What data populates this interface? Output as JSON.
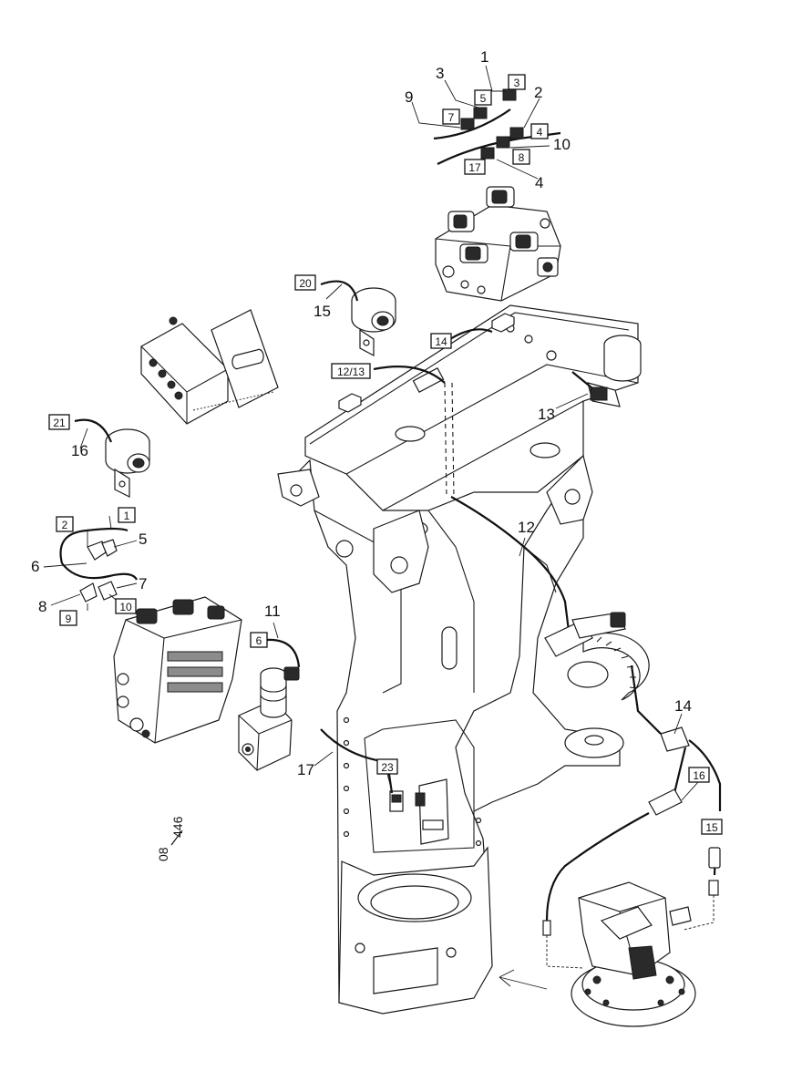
{
  "drawing_ref": {
    "top": "08",
    "bottom": "446"
  },
  "callouts": [
    {
      "id": "c1",
      "text": "1"
    },
    {
      "id": "c3",
      "text": "3"
    },
    {
      "id": "c2",
      "text": "2"
    },
    {
      "id": "c9",
      "text": "9"
    },
    {
      "id": "c10",
      "text": "10"
    },
    {
      "id": "c4",
      "text": "4"
    },
    {
      "id": "c15",
      "text": "15"
    },
    {
      "id": "c13",
      "text": "13"
    },
    {
      "id": "c16",
      "text": "16"
    },
    {
      "id": "c5",
      "text": "5"
    },
    {
      "id": "c6",
      "text": "6"
    },
    {
      "id": "c7",
      "text": "7"
    },
    {
      "id": "c8",
      "text": "8"
    },
    {
      "id": "c12",
      "text": "12"
    },
    {
      "id": "c11",
      "text": "11"
    },
    {
      "id": "c14",
      "text": "14"
    },
    {
      "id": "c17",
      "text": "17"
    }
  ],
  "boxed_labels": [
    {
      "id": "b3",
      "text": "3"
    },
    {
      "id": "b5",
      "text": "5"
    },
    {
      "id": "b7",
      "text": "7"
    },
    {
      "id": "b4",
      "text": "4"
    },
    {
      "id": "b8",
      "text": "8"
    },
    {
      "id": "b17",
      "text": "17"
    },
    {
      "id": "b20",
      "text": "20"
    },
    {
      "id": "b14",
      "text": "14"
    },
    {
      "id": "b1213",
      "text": "12/13"
    },
    {
      "id": "b21",
      "text": "21"
    },
    {
      "id": "b2",
      "text": "2"
    },
    {
      "id": "b1",
      "text": "1"
    },
    {
      "id": "b9",
      "text": "9"
    },
    {
      "id": "b10",
      "text": "10"
    },
    {
      "id": "b6",
      "text": "6"
    },
    {
      "id": "b16",
      "text": "16"
    },
    {
      "id": "b15",
      "text": "15"
    },
    {
      "id": "b23",
      "text": "23"
    }
  ]
}
